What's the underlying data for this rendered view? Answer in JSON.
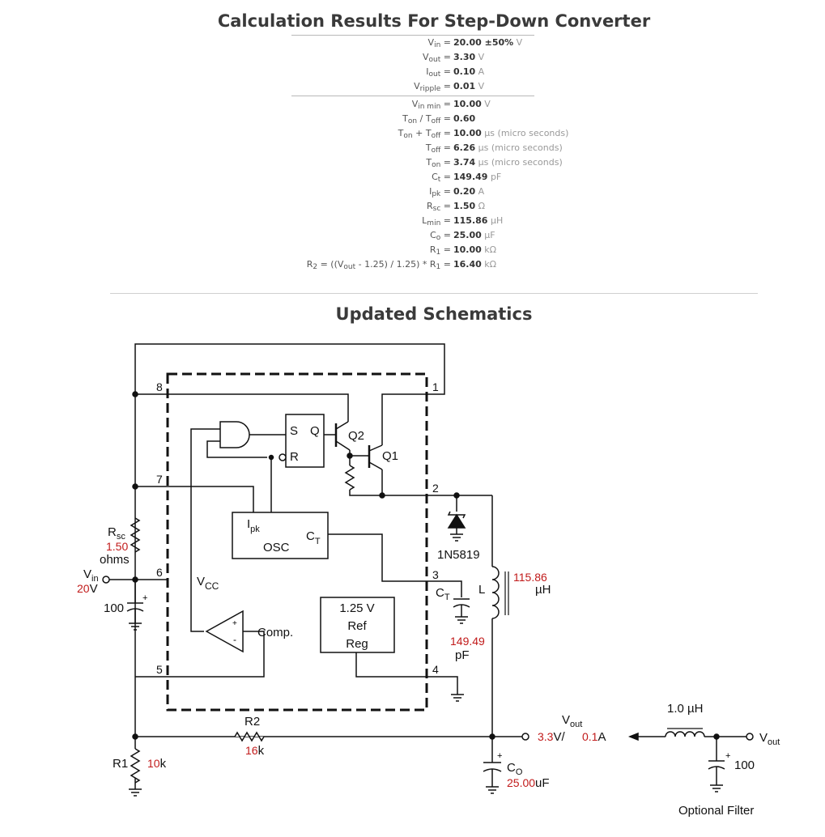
{
  "results": {
    "title": "Calculation Results For Step-Down Converter",
    "inputs": [
      {
        "name": "V",
        "sub": "in",
        "value": "20.00 ±50%",
        "unit": "V"
      },
      {
        "name": "V",
        "sub": "out",
        "value": "3.30",
        "unit": "V"
      },
      {
        "name": "I",
        "sub": "out",
        "value": "0.10",
        "unit": "A"
      },
      {
        "name": "V",
        "sub": "ripple",
        "value": "0.01",
        "unit": "V"
      }
    ],
    "vin_min": {
      "name": "V",
      "sub": "in min",
      "value": "10.00",
      "unit": "V"
    },
    "ton_toff_ratio": {
      "t1": "T",
      "s1": "on",
      "sep": " / ",
      "t2": "T",
      "s2": "off",
      "value": "0.60",
      "unit": ""
    },
    "ton_toff_sum": {
      "t1": "T",
      "s1": "on",
      "sep": " + ",
      "t2": "T",
      "s2": "off",
      "value": "10.00",
      "unit": "µs (micro seconds)"
    },
    "outputs": [
      {
        "name": "T",
        "sub": "off",
        "value": "6.26",
        "unit": "µs (micro seconds)"
      },
      {
        "name": "T",
        "sub": "on",
        "value": "3.74",
        "unit": "µs (micro seconds)"
      },
      {
        "name": "C",
        "sub": "t",
        "value": "149.49",
        "unit": "pF"
      },
      {
        "name": "I",
        "sub": "pk",
        "value": "0.20",
        "unit": "A"
      },
      {
        "name": "R",
        "sub": "sc",
        "value": "1.50",
        "unit": "Ω"
      },
      {
        "name": "L",
        "sub": "min",
        "value": "115.86",
        "unit": "µH"
      },
      {
        "name": "C",
        "sub": "o",
        "value": "25.00",
        "unit": "µF"
      },
      {
        "name": "R",
        "sub": "1",
        "value": "10.00",
        "unit": "kΩ"
      }
    ],
    "r2": {
      "p1": "R",
      "s1": "2",
      "p2": " = ((V",
      "s2": "out",
      "p3": " - 1.25) / 1.25) * R",
      "s3": "1",
      "value": "16.40",
      "unit": "kΩ"
    }
  },
  "schematic": {
    "title": "Updated Schematics",
    "pins": [
      "8",
      "7",
      "6",
      "5",
      "1",
      "2",
      "3",
      "4"
    ],
    "labels": {
      "s": "S",
      "q": "Q",
      "r": "R",
      "q2": "Q2",
      "q1": "Q1",
      "ipk_main": "I",
      "ipk_sub": "pk",
      "osc": "OSC",
      "ct_main": "C",
      "ct_sub": "T",
      "vcc_main": "V",
      "vcc_sub": "CC",
      "comp": "Comp.",
      "plus": "+",
      "minus": "-",
      "ref1": "1.25 V",
      "ref2": "Ref",
      "ref3": "Reg",
      "rsc_main": "R",
      "rsc_sub": "sc",
      "ohms": "ohms",
      "vin_main": "V",
      "vin_sub": "in",
      "vin_unit": "V",
      "c100": "100",
      "diode": "1N5819",
      "ct_ext_main": "C",
      "ct_ext_sub": "T",
      "pf": "pF",
      "l": "L",
      "uh": "µH",
      "r2": "R2",
      "k": "k",
      "r1": "R1",
      "co_main": "C",
      "co_sub": "O",
      "uf": "uF",
      "vout_main": "V",
      "vout_sub": "out",
      "vout_v": "V/",
      "amp": "A",
      "filter_l": "1.0 µH",
      "filter_c": "100",
      "optional": "Optional Filter",
      "filter_vout_main": "V",
      "filter_vout_sub": "out"
    },
    "values": {
      "rsc": "1.50",
      "vin": "20",
      "ct": "149.49",
      "l": "115.86",
      "r2": "16",
      "r1": "10",
      "co": "25.00",
      "vout": "3.3",
      "iout": "0.1"
    }
  }
}
